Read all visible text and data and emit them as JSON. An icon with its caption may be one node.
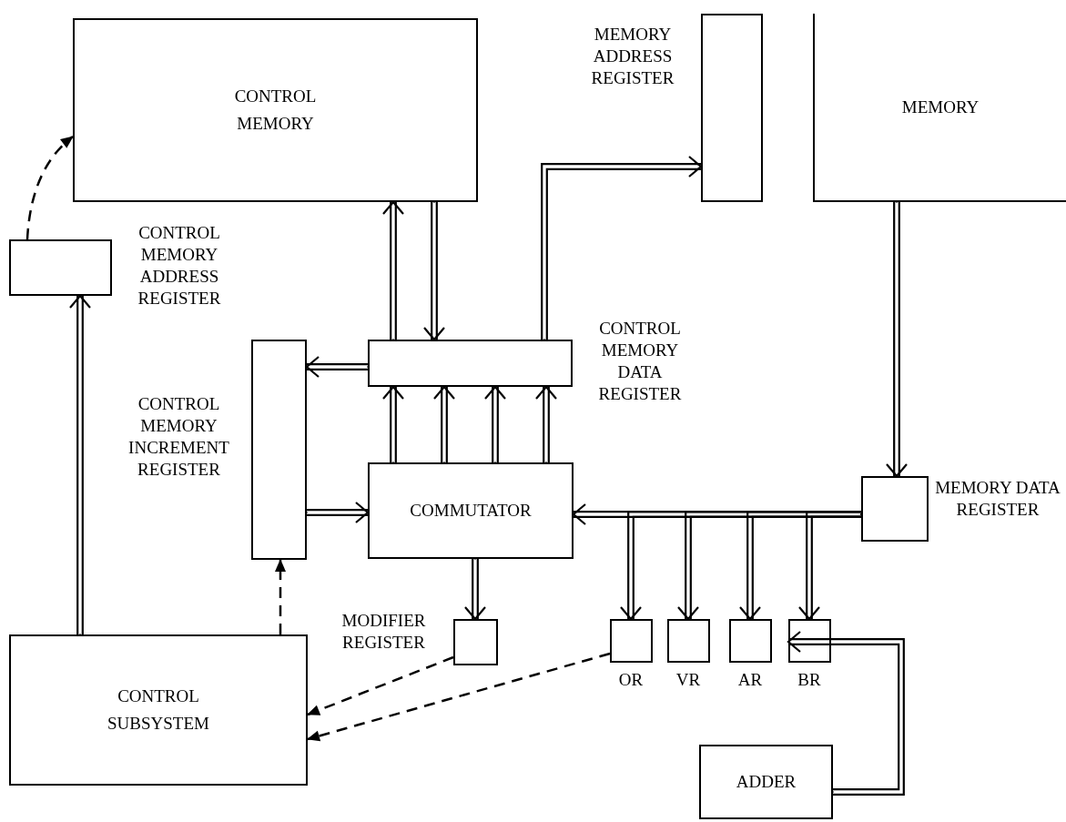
{
  "diagram": {
    "nodes": [
      {
        "text": [
          "CONTROL MEMORY"
        ]
      },
      {
        "text": [
          "MEMORY ADDRESS REGISTER"
        ]
      },
      {
        "text": [
          "MEMORY"
        ]
      },
      {
        "text": [
          "CONTROL MEMORY ADDRESS REGISTER"
        ]
      },
      {
        "text": [
          "CONTROL MEMORY INCREMENT REGISTER"
        ]
      },
      {
        "text": [
          "CONTROL MEMORY DATA REGISTER"
        ]
      },
      {
        "text": [
          "COMMUTATOR"
        ]
      },
      {
        "text": [
          "MEMORY DATA REGISTER"
        ]
      },
      {
        "text": [
          "MODIFIER REGISTER"
        ]
      },
      {
        "text": [
          "OR"
        ]
      },
      {
        "text": [
          "VR"
        ]
      },
      {
        "text": [
          "AR"
        ]
      },
      {
        "text": [
          "BR"
        ]
      },
      {
        "text": [
          "CONTROL SUBSYSTEM"
        ]
      },
      {
        "text": [
          "ADDER"
        ]
      }
    ],
    "edges": [
      {
        "from": 13,
        "to": 3,
        "arrow": "to"
      },
      {
        "from": 3,
        "to": 0,
        "arrow": "to",
        "style": "dashed"
      },
      {
        "from": 5,
        "to": 0,
        "arrow": "to"
      },
      {
        "from": 0,
        "to": 5,
        "arrow": "to"
      },
      {
        "from": 5,
        "to": 1,
        "arrow": "to"
      },
      {
        "from": 5,
        "to": 4,
        "arrow": "to"
      },
      {
        "from": 4,
        "to": 6,
        "arrow": "to"
      },
      {
        "from": 6,
        "to": 5,
        "arrow": "to"
      },
      {
        "from": 6,
        "to": 5,
        "arrow": "to"
      },
      {
        "from": 6,
        "to": 5,
        "arrow": "to"
      },
      {
        "from": 6,
        "to": 5,
        "arrow": "to"
      },
      {
        "from": 2,
        "to": 7,
        "arrow": "to"
      },
      {
        "from": 7,
        "to": 6,
        "arrow": "to"
      },
      {
        "from": 7,
        "to": 9,
        "arrow": "to"
      },
      {
        "from": 7,
        "to": 10,
        "arrow": "to"
      },
      {
        "from": 7,
        "to": 11,
        "arrow": "to"
      },
      {
        "from": 7,
        "to": 12,
        "arrow": "to"
      },
      {
        "from": 14,
        "to": 12,
        "arrow": "to"
      },
      {
        "from": 13,
        "to": 4,
        "arrow": "to",
        "style": "dashed"
      },
      {
        "from": 8,
        "to": 13,
        "arrow": "to",
        "style": "dashed"
      },
      {
        "from": 9,
        "to": 13,
        "arrow": "to",
        "style": "dashed"
      },
      {
        "from": 6,
        "to": 8,
        "arrow": "to"
      }
    ]
  }
}
